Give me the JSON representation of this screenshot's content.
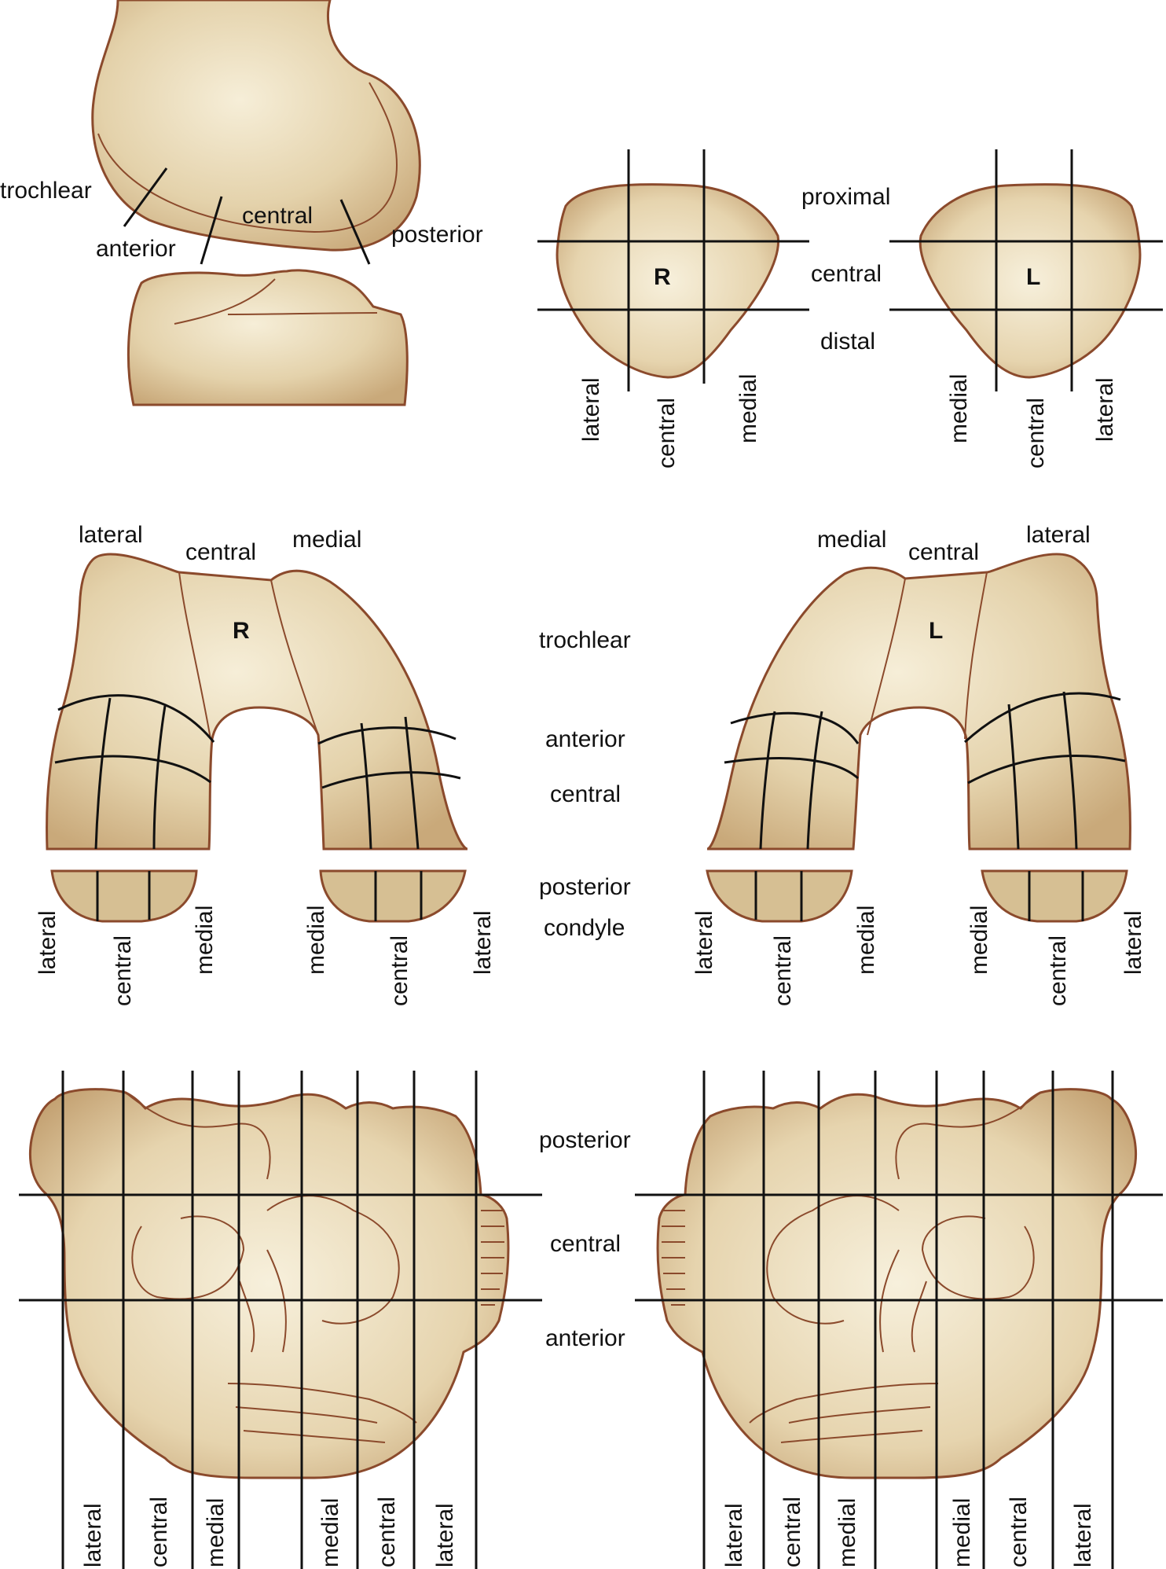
{
  "panel1": {
    "trochlear": "trochlear",
    "anterior": "anterior",
    "central": "central",
    "posterior": "posterior"
  },
  "panel2": {
    "proximal": "proximal",
    "central": "central",
    "distal": "distal",
    "right_mark": "R",
    "left_mark": "L",
    "right_bottom": [
      "lateral",
      "central",
      "medial"
    ],
    "left_bottom": [
      "medial",
      "central",
      "lateral"
    ]
  },
  "panel3": {
    "right_top": [
      "lateral",
      "central",
      "medial"
    ],
    "left_top": [
      "medial",
      "central",
      "lateral"
    ],
    "right_mark": "R",
    "left_mark": "L",
    "middle": [
      "trochlear",
      "anterior",
      "central",
      "posterior",
      "condyle"
    ],
    "right_bottom": [
      "lateral",
      "central",
      "medial",
      "medial",
      "central",
      "lateral"
    ],
    "left_bottom": [
      "lateral",
      "central",
      "medial",
      "medial",
      "central",
      "lateral"
    ]
  },
  "panel4": {
    "middle": [
      "posterior",
      "central",
      "anterior"
    ],
    "right_bottom": [
      "lateral",
      "central",
      "medial",
      "medial",
      "central",
      "lateral"
    ],
    "left_bottom": [
      "lateral",
      "central",
      "medial",
      "medial",
      "central",
      "lateral"
    ]
  },
  "colors": {
    "bone_light": "#f5ecd3",
    "bone_mid": "#e3d0a8",
    "bone_dark": "#c9a97a",
    "outline": "#8b4a2c",
    "grid_line": "#111111"
  }
}
